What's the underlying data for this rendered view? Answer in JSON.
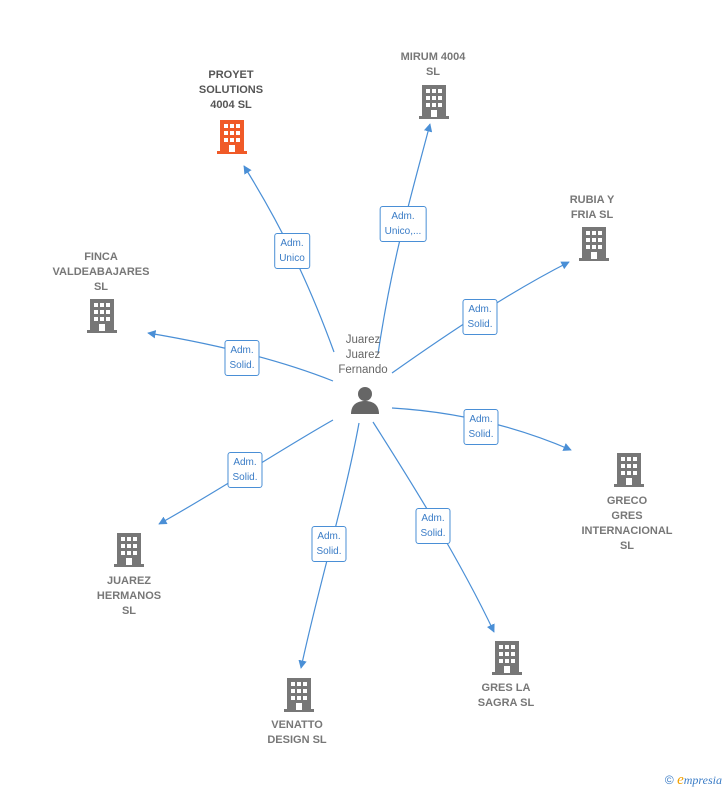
{
  "center": {
    "label": "Juarez\nJuarez\nFernando",
    "icon": "person-icon"
  },
  "nodes": [
    {
      "id": "proyet",
      "label": "PROYET\nSOLUTIONS\n4004  SL",
      "focal": true,
      "icon": "building-icon",
      "color": "#f05a28"
    },
    {
      "id": "mirum",
      "label": "MIRUM 4004\nSL",
      "icon": "building-icon",
      "color": "#777777"
    },
    {
      "id": "rubia",
      "label": "RUBIA Y\nFRIA SL",
      "icon": "building-icon",
      "color": "#777777"
    },
    {
      "id": "finca",
      "label": "FINCA\nVALDEABAJARES\nSL",
      "icon": "building-icon",
      "color": "#777777"
    },
    {
      "id": "greco",
      "label": "GRECO\nGRES\nINTERNACIONAL SL",
      "icon": "building-icon",
      "color": "#777777"
    },
    {
      "id": "juarez",
      "label": "JUAREZ\nHERMANOS\nSL",
      "icon": "building-icon",
      "color": "#777777"
    },
    {
      "id": "venatto",
      "label": "VENATTO\nDESIGN  SL",
      "icon": "building-icon",
      "color": "#777777"
    },
    {
      "id": "gres",
      "label": "GRES LA\nSAGRA SL",
      "icon": "building-icon",
      "color": "#777777"
    }
  ],
  "edges": [
    {
      "to": "proyet",
      "label": "Adm.\nUnico"
    },
    {
      "to": "mirum",
      "label": "Adm.\nUnico,..."
    },
    {
      "to": "rubia",
      "label": "Adm.\nSolid."
    },
    {
      "to": "finca",
      "label": "Adm.\nSolid."
    },
    {
      "to": "greco",
      "label": "Adm.\nSolid."
    },
    {
      "to": "juarez",
      "label": "Adm.\nSolid."
    },
    {
      "to": "venatto",
      "label": "Adm.\nSolid."
    },
    {
      "to": "gres",
      "label": "Adm.\nSolid."
    }
  ],
  "footer": {
    "copyright": "©",
    "brand_initial": "e",
    "brand_rest": "mpresia"
  },
  "colors": {
    "edge": "#4a8fd6",
    "building": "#777777",
    "focal": "#f05a28"
  }
}
